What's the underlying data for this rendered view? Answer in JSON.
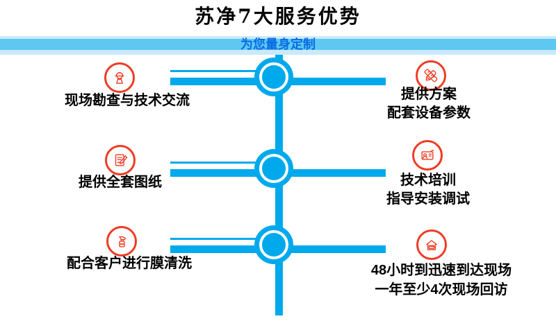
{
  "title": "苏净7大服务优势",
  "banner": {
    "label": "为您量身定制"
  },
  "colors": {
    "blue": "#00a9ec",
    "band_light": "#c9eafb",
    "band_mid": "#5ec8f3",
    "banner_text": "#0a6ce4",
    "red": "#ef3b24",
    "text": "#000000"
  },
  "rows": [
    {
      "left": {
        "icon": "worker-icon",
        "lines": [
          "现场勘查与技术交流"
        ]
      },
      "right": {
        "icon": "design-tools-icon",
        "lines": [
          "提供方案",
          "配套设备参数"
        ]
      }
    },
    {
      "left": {
        "icon": "blueprint-icon",
        "lines": [
          "提供全套图纸"
        ]
      },
      "right": {
        "icon": "training-card-icon",
        "lines": [
          "技术培训",
          "指导安装调试"
        ]
      }
    },
    {
      "left": {
        "icon": "spray-bottle-icon",
        "lines": [
          "配合客户进行膜清洗"
        ]
      },
      "right": {
        "icon": "house-ruler-icon",
        "lines": [
          "48小时到迅速到达现场",
          "一年至少4次现场回访"
        ]
      }
    }
  ]
}
